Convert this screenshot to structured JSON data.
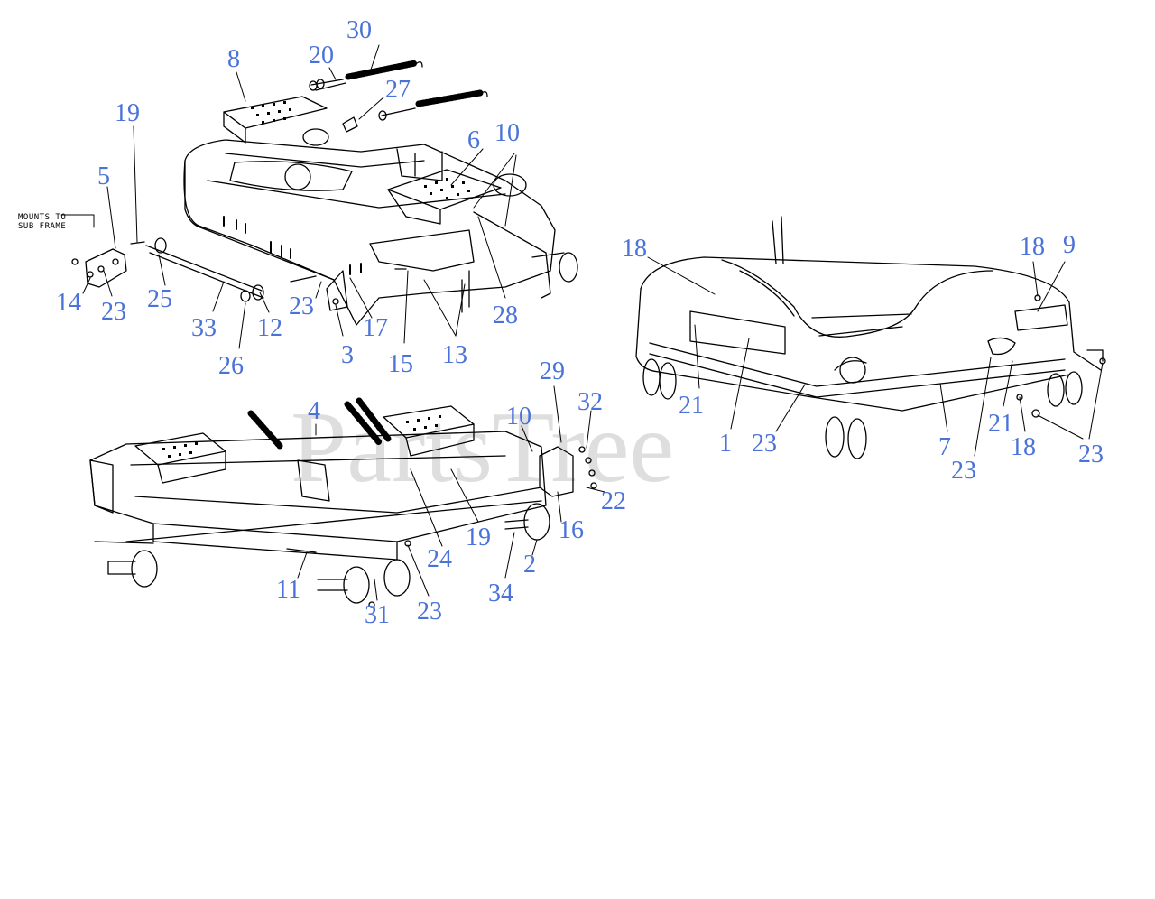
{
  "watermark": "PartsTree",
  "mount_note": [
    "MOUNTS TO",
    "SUB FRAME"
  ],
  "callouts": [
    {
      "id": "c30",
      "text": "30"
    },
    {
      "id": "c8",
      "text": "8"
    },
    {
      "id": "c20",
      "text": "20"
    },
    {
      "id": "c27",
      "text": "27"
    },
    {
      "id": "c19a",
      "text": "19"
    },
    {
      "id": "c6",
      "text": "6"
    },
    {
      "id": "c10a",
      "text": "10"
    },
    {
      "id": "c5",
      "text": "5"
    },
    {
      "id": "c14",
      "text": "14"
    },
    {
      "id": "c23a",
      "text": "23"
    },
    {
      "id": "c25",
      "text": "25"
    },
    {
      "id": "c33",
      "text": "33"
    },
    {
      "id": "c12",
      "text": "12"
    },
    {
      "id": "c26",
      "text": "26"
    },
    {
      "id": "c23b",
      "text": "23"
    },
    {
      "id": "c17",
      "text": "17"
    },
    {
      "id": "c3",
      "text": "3"
    },
    {
      "id": "c15",
      "text": "15"
    },
    {
      "id": "c13",
      "text": "13"
    },
    {
      "id": "c28",
      "text": "28"
    },
    {
      "id": "c18a",
      "text": "18"
    },
    {
      "id": "c18b",
      "text": "18"
    },
    {
      "id": "c9",
      "text": "9"
    },
    {
      "id": "c21a",
      "text": "21"
    },
    {
      "id": "c1",
      "text": "1"
    },
    {
      "id": "c23c",
      "text": "23"
    },
    {
      "id": "c7",
      "text": "7"
    },
    {
      "id": "c23d",
      "text": "23"
    },
    {
      "id": "c21b",
      "text": "21"
    },
    {
      "id": "c18c",
      "text": "18"
    },
    {
      "id": "c23e",
      "text": "23"
    },
    {
      "id": "c4",
      "text": "4"
    },
    {
      "id": "c10b",
      "text": "10"
    },
    {
      "id": "c29",
      "text": "29"
    },
    {
      "id": "c32",
      "text": "32"
    },
    {
      "id": "c22",
      "text": "22"
    },
    {
      "id": "c16",
      "text": "16"
    },
    {
      "id": "c19b",
      "text": "19"
    },
    {
      "id": "c24",
      "text": "24"
    },
    {
      "id": "c2",
      "text": "2"
    },
    {
      "id": "c34",
      "text": "34"
    },
    {
      "id": "c11",
      "text": "11"
    },
    {
      "id": "c31",
      "text": "31"
    },
    {
      "id": "c23f",
      "text": "23"
    }
  ]
}
